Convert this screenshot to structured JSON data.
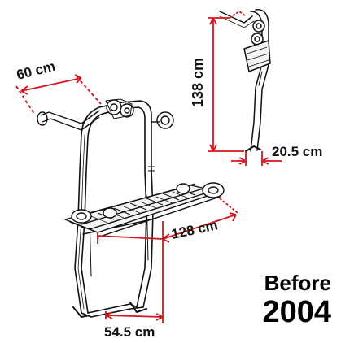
{
  "dimensions": {
    "width_top": "60 cm",
    "platform_length": "128 cm",
    "base_width": "54.5 cm",
    "side_height": "138 cm",
    "side_depth": "20.5 cm"
  },
  "note": {
    "line1": "Before",
    "line2": "2004"
  },
  "colors": {
    "dimension": "#d4141c",
    "outline": "#111111"
  }
}
